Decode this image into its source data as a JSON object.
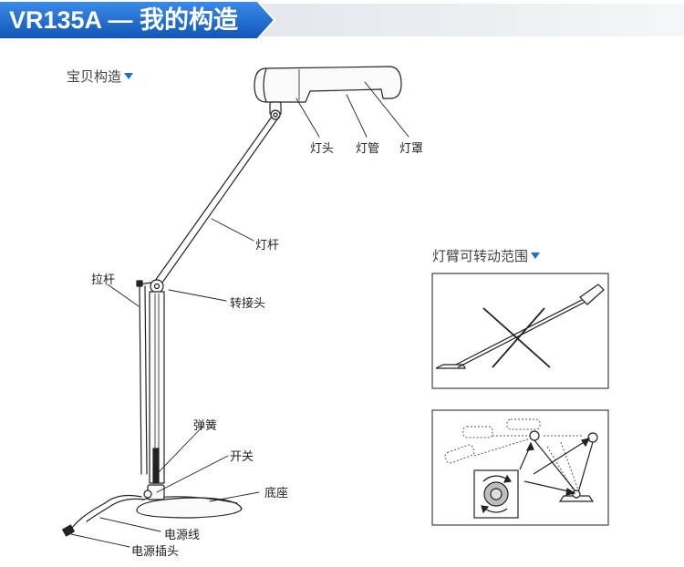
{
  "header": {
    "title": "VR135A — 我的构造",
    "bg_color": "#1565c8",
    "bg_color_light": "#3a8ae8"
  },
  "sections": {
    "structure": "宝贝构造",
    "rotation": "灯臂可转动范围"
  },
  "labels": {
    "lamp_head": "灯头",
    "lamp_tube": "灯管",
    "lamp_shade": "灯罩",
    "lamp_rod": "灯杆",
    "pull_rod": "拉杆",
    "adapter": "转接头",
    "spring": "弹簧",
    "switch": "开关",
    "base": "底座",
    "power_cord": "电源线",
    "power_plug": "电源插头"
  },
  "accent_color": "#1a6fd1"
}
